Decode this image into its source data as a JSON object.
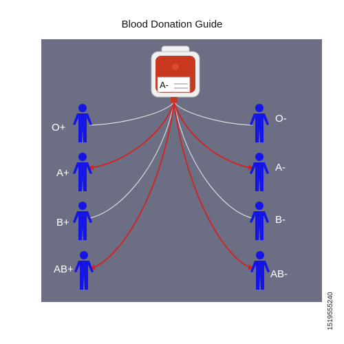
{
  "title": "Blood Donation Guide",
  "bag": {
    "label": "A-",
    "color": "#c8381e"
  },
  "colors": {
    "panel": "#6c6e84",
    "person": "#1515e6",
    "compatible": "#d42020",
    "incompatible": "#e4e4e4"
  },
  "recipients": [
    {
      "id": "o-pos",
      "label": "O+",
      "compatible": false
    },
    {
      "id": "a-pos",
      "label": "A+",
      "compatible": true
    },
    {
      "id": "b-pos",
      "label": "B+",
      "compatible": false
    },
    {
      "id": "ab-pos",
      "label": "AB+",
      "compatible": true
    },
    {
      "id": "o-neg",
      "label": "O-",
      "compatible": false
    },
    {
      "id": "a-neg",
      "label": "A-",
      "compatible": true
    },
    {
      "id": "b-neg",
      "label": "B-",
      "compatible": false
    },
    {
      "id": "ab-neg",
      "label": "AB-",
      "compatible": true
    }
  ],
  "watermark": "1519555240"
}
